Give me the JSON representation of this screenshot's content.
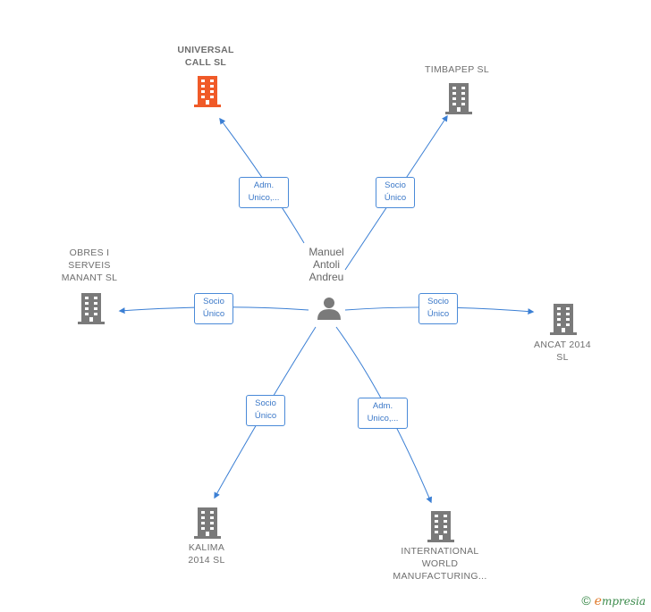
{
  "center": {
    "name": "Manuel\nAntoli\nAndreu",
    "icon": "person-icon"
  },
  "companies": [
    {
      "id": "universal",
      "name": "UNIVERSAL\nCALL  SL",
      "color": "#f05a28",
      "highlight": true,
      "icon": "building-icon"
    },
    {
      "id": "timbapep",
      "name": "TIMBAPEP  SL",
      "color": "#7a7a7a",
      "highlight": false,
      "icon": "building-icon"
    },
    {
      "id": "obres",
      "name": "OBRES I\nSERVEIS\nMANANT  SL",
      "color": "#7a7a7a",
      "highlight": false,
      "icon": "building-icon"
    },
    {
      "id": "ancat",
      "name": "ANCAT 2014\nSL",
      "color": "#7a7a7a",
      "highlight": false,
      "icon": "building-icon"
    },
    {
      "id": "kalima",
      "name": "KALIMA\n2014  SL",
      "color": "#7a7a7a",
      "highlight": false,
      "icon": "building-icon"
    },
    {
      "id": "international",
      "name": "INTERNATIONAL\nWORLD\nMANUFACTURING...",
      "color": "#7a7a7a",
      "highlight": false,
      "icon": "building-icon"
    }
  ],
  "relations": [
    {
      "to": "universal",
      "label": "Adm.\nUnico,..."
    },
    {
      "to": "timbapep",
      "label": "Socio\nÚnico"
    },
    {
      "to": "obres",
      "label": "Socio\nÚnico"
    },
    {
      "to": "ancat",
      "label": "Socio\nÚnico"
    },
    {
      "to": "kalima",
      "label": "Socio\nÚnico"
    },
    {
      "to": "international",
      "label": "Adm.\nUnico,..."
    }
  ],
  "colors": {
    "edge": "#3b7fd4",
    "building_gray": "#7a7a7a",
    "building_orange": "#f05a28",
    "person": "#7a7a7a"
  },
  "footer": {
    "copyright": "©",
    "brand_initial": "e",
    "brand_rest": "mpresia"
  }
}
